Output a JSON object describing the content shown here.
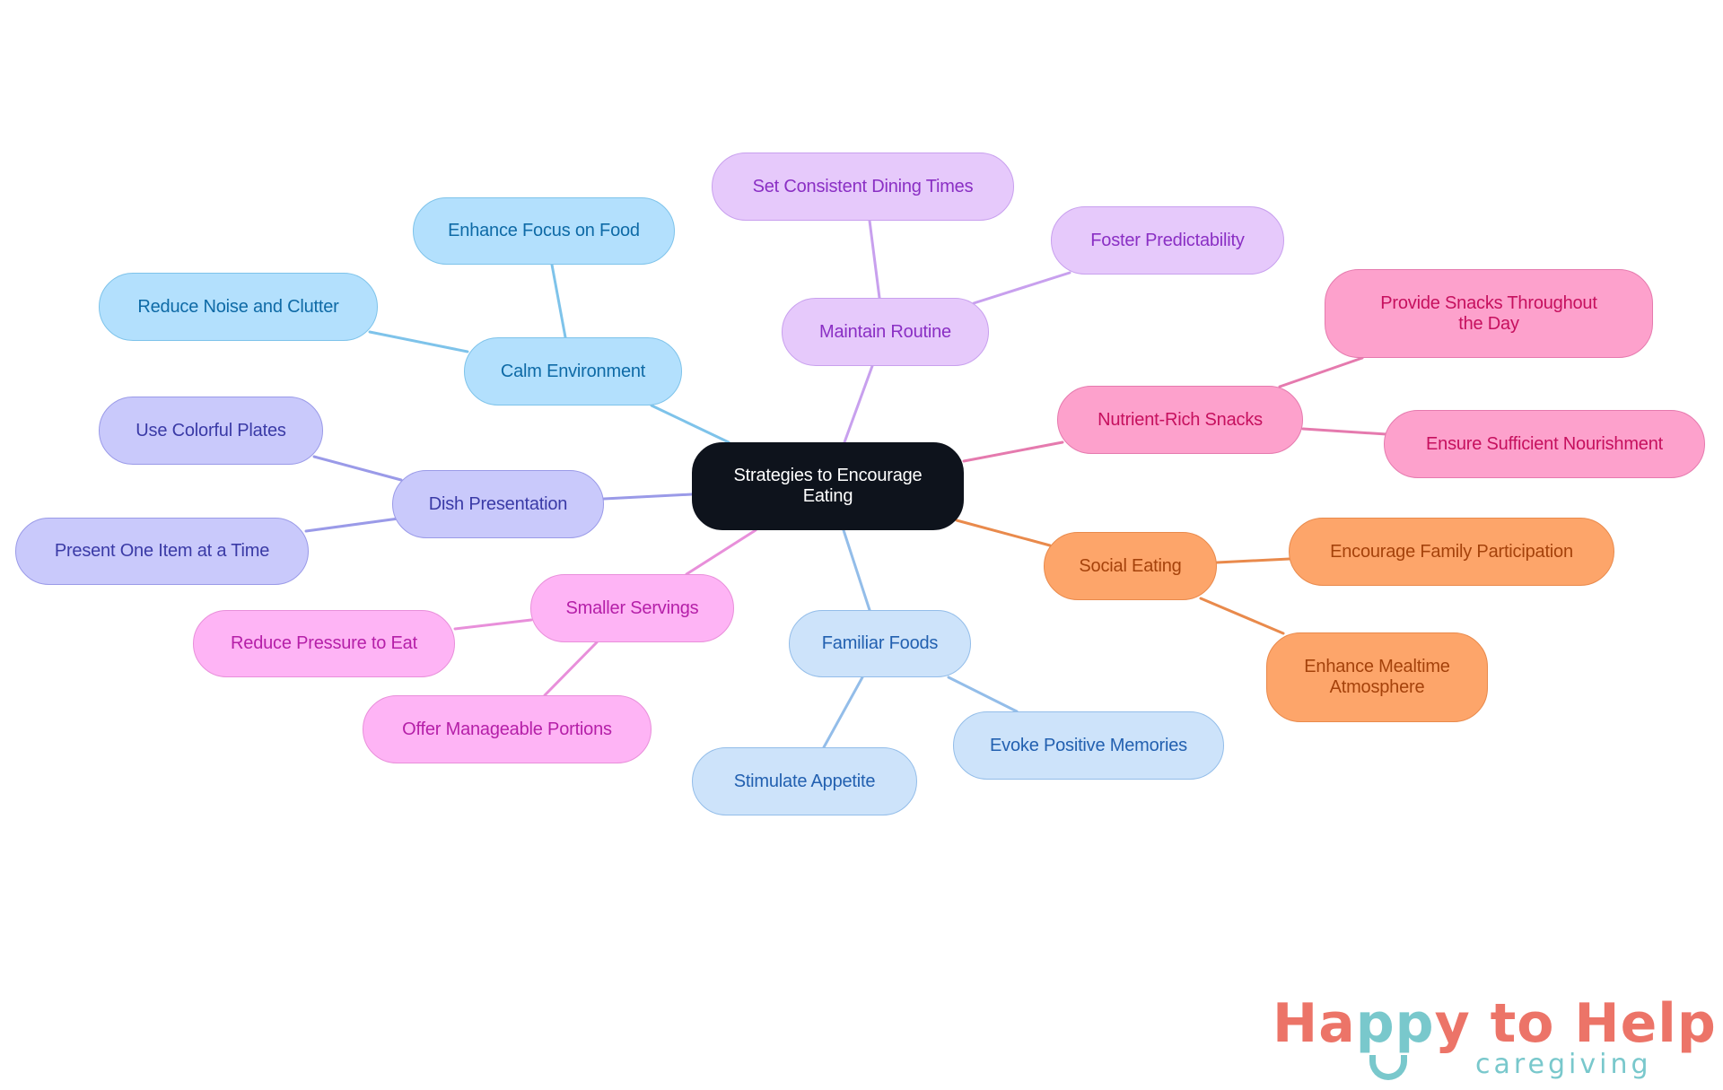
{
  "diagram": {
    "type": "mindmap",
    "root": {
      "label": "Strategies to Encourage Eating",
      "bg": "#0e131c",
      "text_color": "#ffffff"
    },
    "branches": [
      {
        "label": "Calm Environment",
        "color": "#7ec3ea",
        "children": [
          {
            "label": "Enhance Focus on Food"
          },
          {
            "label": "Reduce Noise and Clutter"
          }
        ]
      },
      {
        "label": "Dish Presentation",
        "color": "#9a9ae8",
        "children": [
          {
            "label": "Use Colorful Plates"
          },
          {
            "label": "Present One Item at a Time"
          }
        ]
      },
      {
        "label": "Smaller Servings",
        "color": "#e88fda",
        "children": [
          {
            "label": "Reduce Pressure to Eat"
          },
          {
            "label": "Offer Manageable Portions"
          }
        ]
      },
      {
        "label": "Familiar Foods",
        "color": "#93bde9",
        "children": [
          {
            "label": "Stimulate Appetite"
          },
          {
            "label": "Evoke Positive Memories"
          }
        ]
      },
      {
        "label": "Maintain Routine",
        "color": "#c8a0ee",
        "children": [
          {
            "label": "Set Consistent Dining Times"
          },
          {
            "label": "Foster Predictability"
          }
        ]
      },
      {
        "label": "Nutrient-Rich Snacks",
        "color": "#e57aae",
        "children": [
          {
            "label": "Provide Snacks Throughout the Day"
          },
          {
            "label": "Ensure Sufficient Nourishment"
          }
        ]
      },
      {
        "label": "Social Eating",
        "color": "#e98a4c",
        "children": [
          {
            "label": "Encourage Family Participation"
          },
          {
            "label": "Enhance Mealtime Atmosphere"
          }
        ]
      }
    ]
  },
  "logo": {
    "part1": "Ha",
    "part2": "pp",
    "part3": "y to Help",
    "subtitle": "caregiving",
    "coral": "#ec7468",
    "teal": "#79c8cc"
  }
}
